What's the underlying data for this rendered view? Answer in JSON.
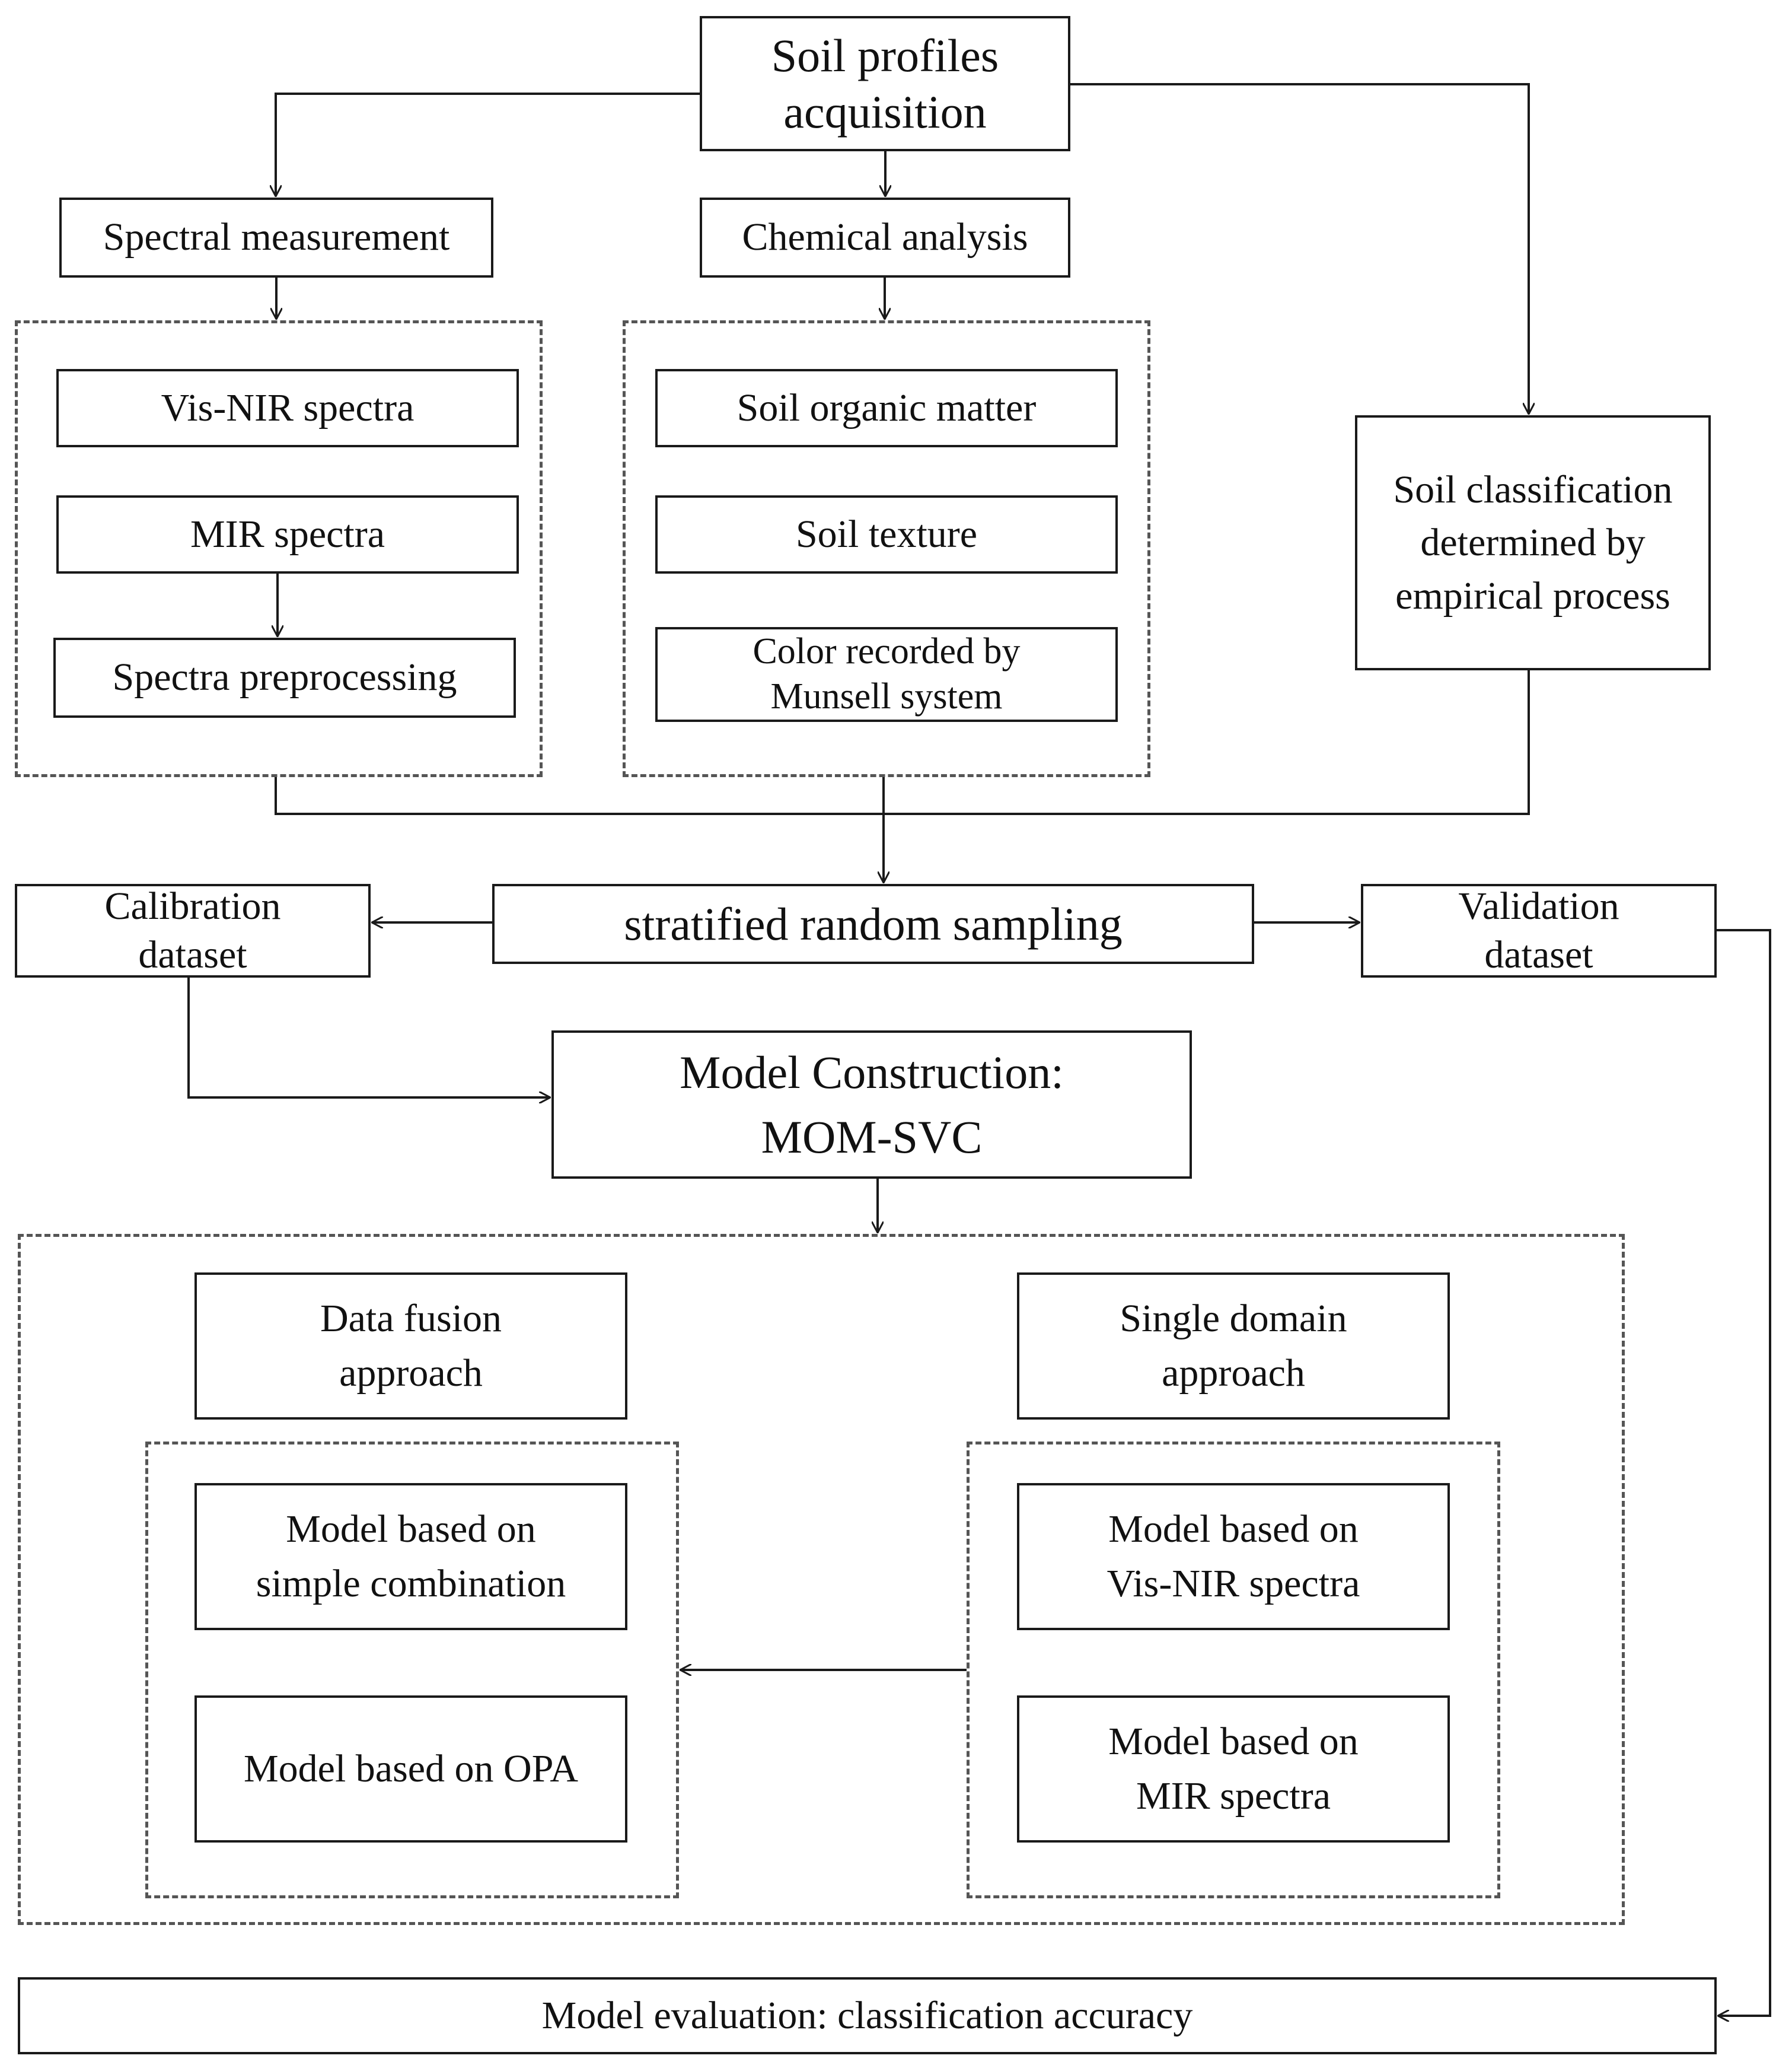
{
  "nodes": {
    "soil_profiles": "Soil profiles\nacquisition",
    "spectral_measurement": "Spectral measurement",
    "chemical_analysis": "Chemical analysis",
    "vis_nir_spectra": "Vis-NIR spectra",
    "mir_spectra": "MIR spectra",
    "spectra_preprocessing": "Spectra preprocessing",
    "soil_organic_matter": "Soil organic matter",
    "soil_texture": "Soil texture",
    "color_munsell": "Color recorded by\nMunsell system",
    "soil_classification": "Soil classification\ndetermined by\nempirical process",
    "stratified_sampling": "stratified random sampling",
    "calibration_dataset": "Calibration\ndataset",
    "validation_dataset": "Validation\ndataset",
    "model_construction": "Model Construction:\nMOM-SVC",
    "data_fusion": "Data fusion\napproach",
    "single_domain": "Single domain\napproach",
    "model_simple_combination": "Model based on\nsimple combination",
    "model_opa": "Model based on OPA",
    "model_vis_nir": "Model based on\nVis-NIR spectra",
    "model_mir": "Model based on\nMIR spectra",
    "model_evaluation": "Model evaluation: classification accuracy"
  },
  "edges": [
    {
      "from": "soil_profiles",
      "to": "spectral_measurement"
    },
    {
      "from": "soil_profiles",
      "to": "chemical_analysis"
    },
    {
      "from": "soil_profiles",
      "to": "soil_classification"
    },
    {
      "from": "spectral_measurement",
      "to": "spectral_group"
    },
    {
      "from": "chemical_analysis",
      "to": "chemical_group"
    },
    {
      "from": "mir_spectra",
      "to": "spectra_preprocessing"
    },
    {
      "from": "spectral_group",
      "to": "stratified_sampling"
    },
    {
      "from": "chemical_group",
      "to": "stratified_sampling"
    },
    {
      "from": "soil_classification",
      "to": "stratified_sampling"
    },
    {
      "from": "stratified_sampling",
      "to": "calibration_dataset"
    },
    {
      "from": "stratified_sampling",
      "to": "validation_dataset"
    },
    {
      "from": "calibration_dataset",
      "to": "model_construction"
    },
    {
      "from": "model_construction",
      "to": "approach_group"
    },
    {
      "from": "single_domain_group",
      "to": "data_fusion_group"
    },
    {
      "from": "validation_dataset",
      "to": "model_evaluation"
    }
  ],
  "colors": {
    "line": "#1a1a1a",
    "dashed_border": "#555555",
    "background": "#ffffff"
  }
}
